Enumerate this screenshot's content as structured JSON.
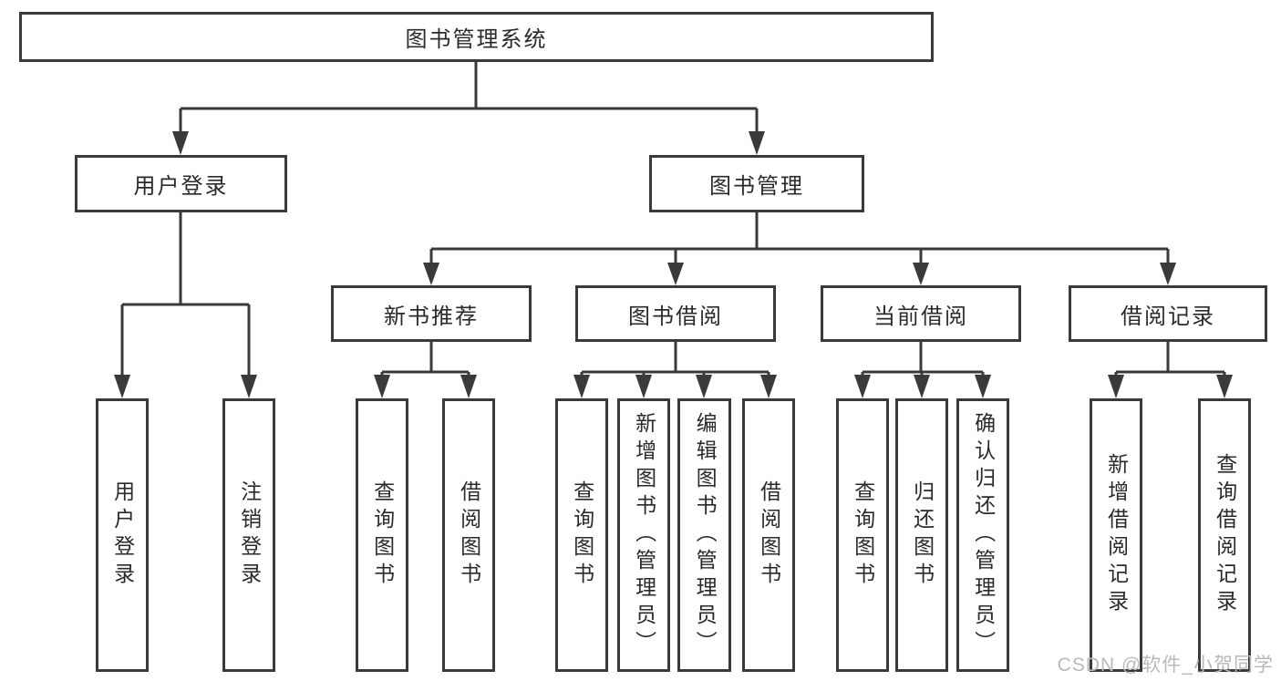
{
  "diagram_title": "图书管理系统",
  "tree": {
    "root": {
      "label": "图书管理系统"
    },
    "branches": [
      {
        "label": "用户登录",
        "children": [
          {
            "label": "用户登录"
          },
          {
            "label": "注销登录"
          }
        ]
      },
      {
        "label": "图书管理",
        "children": [
          {
            "label": "新书推荐",
            "children": [
              {
                "label": "查询图书"
              },
              {
                "label": "借阅图书"
              }
            ]
          },
          {
            "label": "图书借阅",
            "children": [
              {
                "label": "查询图书"
              },
              {
                "label": "新增图书（管理员）"
              },
              {
                "label": "编辑图书（管理员）"
              },
              {
                "label": "借阅图书"
              }
            ]
          },
          {
            "label": "当前借阅",
            "children": [
              {
                "label": "查询图书"
              },
              {
                "label": "归还图书"
              },
              {
                "label": "确认归还（管理员）"
              }
            ]
          },
          {
            "label": "借阅记录",
            "children": [
              {
                "label": "新增借阅记录"
              },
              {
                "label": "查询借阅记录"
              }
            ]
          }
        ]
      }
    ]
  },
  "watermark": "CSDN @软件_小贺同学",
  "colors": {
    "line": "#3a3a3a",
    "box_border": "#3a3a3a",
    "text": "#2a2a2a",
    "watermark": "#b9b9b9",
    "background": "#ffffff"
  }
}
